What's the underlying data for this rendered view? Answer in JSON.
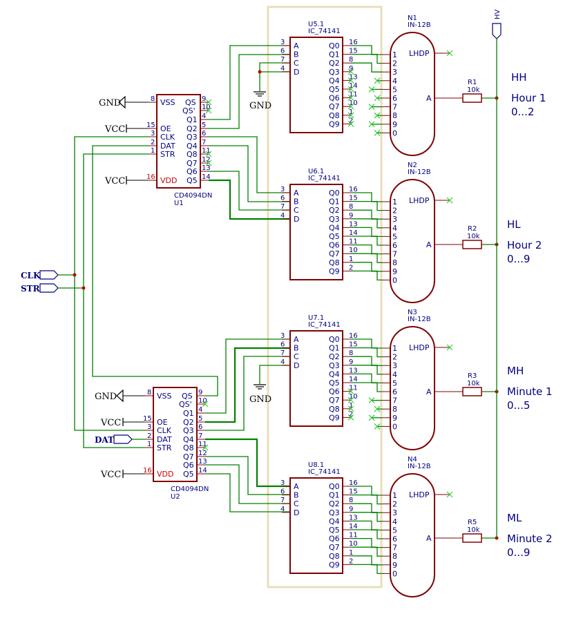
{
  "shift_registers": [
    {
      "ref": "U1",
      "value": "CD4094DN",
      "left_pins": [
        {
          "name": "VSS",
          "num": "8"
        },
        {
          "name": "OE",
          "num": "15"
        },
        {
          "name": "CLK",
          "num": "3"
        },
        {
          "name": "DAT",
          "num": "2"
        },
        {
          "name": "STR",
          "num": "1"
        },
        {
          "name": "VDD",
          "num": "16"
        }
      ],
      "right_pins": [
        {
          "name": "QS",
          "num": "9"
        },
        {
          "name": "QS'",
          "num": "10"
        },
        {
          "name": "Q1",
          "num": "4"
        },
        {
          "name": "Q2",
          "num": "5"
        },
        {
          "name": "Q3",
          "num": "6"
        },
        {
          "name": "Q4",
          "num": "7"
        },
        {
          "name": "Q8",
          "num": "11"
        },
        {
          "name": "Q7",
          "num": "12"
        },
        {
          "name": "Q6",
          "num": "13"
        },
        {
          "name": "Q5",
          "num": "14"
        }
      ]
    },
    {
      "ref": "U2",
      "value": "CD4094DN",
      "left_pins": [
        {
          "name": "VSS",
          "num": "8"
        },
        {
          "name": "OE",
          "num": "15"
        },
        {
          "name": "CLK",
          "num": "3"
        },
        {
          "name": "DAT",
          "num": "2"
        },
        {
          "name": "STR",
          "num": "1"
        },
        {
          "name": "VDD",
          "num": "16"
        }
      ],
      "right_pins": [
        {
          "name": "QS",
          "num": "9"
        },
        {
          "name": "QS'",
          "num": "10"
        },
        {
          "name": "Q1",
          "num": "4"
        },
        {
          "name": "Q2",
          "num": "5"
        },
        {
          "name": "Q3",
          "num": "6"
        },
        {
          "name": "Q4",
          "num": "7"
        },
        {
          "name": "Q8",
          "num": "11"
        },
        {
          "name": "Q7",
          "num": "12"
        },
        {
          "name": "Q6",
          "num": "13"
        },
        {
          "name": "Q5",
          "num": "14"
        }
      ]
    }
  ],
  "decoders": [
    {
      "ref": "U5.1",
      "value": "IC_74141"
    },
    {
      "ref": "U6.1",
      "value": "IC_74141"
    },
    {
      "ref": "U7.1",
      "value": "IC_74141"
    },
    {
      "ref": "U8.1",
      "value": "IC_74141"
    }
  ],
  "decoder_inputs": [
    {
      "name": "A",
      "num": "3"
    },
    {
      "name": "B",
      "num": "6"
    },
    {
      "name": "C",
      "num": "7"
    },
    {
      "name": "D",
      "num": "4"
    }
  ],
  "decoder_outputs": [
    {
      "name": "Q0",
      "num": "16"
    },
    {
      "name": "Q1",
      "num": "15"
    },
    {
      "name": "Q2",
      "num": "8"
    },
    {
      "name": "Q3",
      "num": "9"
    },
    {
      "name": "Q4",
      "num": "13"
    },
    {
      "name": "Q5",
      "num": "14"
    },
    {
      "name": "Q6",
      "num": "11"
    },
    {
      "name": "Q7",
      "num": "10"
    },
    {
      "name": "Q8",
      "num": "1"
    },
    {
      "name": "Q9",
      "num": "2"
    }
  ],
  "tubes": [
    {
      "ref": "N1",
      "value": "IN-12B"
    },
    {
      "ref": "N2",
      "value": "IN-12B"
    },
    {
      "ref": "N3",
      "value": "IN-12B"
    },
    {
      "ref": "N4",
      "value": "IN-12B"
    }
  ],
  "tube_pins": [
    "1",
    "2",
    "3",
    "4",
    "5",
    "6",
    "7",
    "8",
    "9",
    "0"
  ],
  "tube_lhdp": "LHDP",
  "tube_anode": "A",
  "resistors": [
    {
      "ref": "R1",
      "value": "10k"
    },
    {
      "ref": "R2",
      "value": "10k"
    },
    {
      "ref": "R3",
      "value": "10k"
    },
    {
      "ref": "R5",
      "value": "10k"
    }
  ],
  "digit_labels": [
    {
      "code": "HH",
      "name": "Hour 1",
      "range": "0...2"
    },
    {
      "code": "HL",
      "name": "Hour 2",
      "range": "0...9"
    },
    {
      "code": "MH",
      "name": "Minute 1",
      "range": "0...5"
    },
    {
      "code": "ML",
      "name": "Minute 2",
      "range": "0...9"
    }
  ],
  "power": {
    "gnd": "GND",
    "vcc": "VCC",
    "hv": "HV"
  },
  "ports": {
    "clk": "CLK",
    "str": "STR",
    "dat": "DAT"
  },
  "colors": {
    "wire": "#008000",
    "component": "#800000",
    "text": "#000080",
    "frame": "#e8dfb8",
    "no_connect": "#33cc33"
  }
}
